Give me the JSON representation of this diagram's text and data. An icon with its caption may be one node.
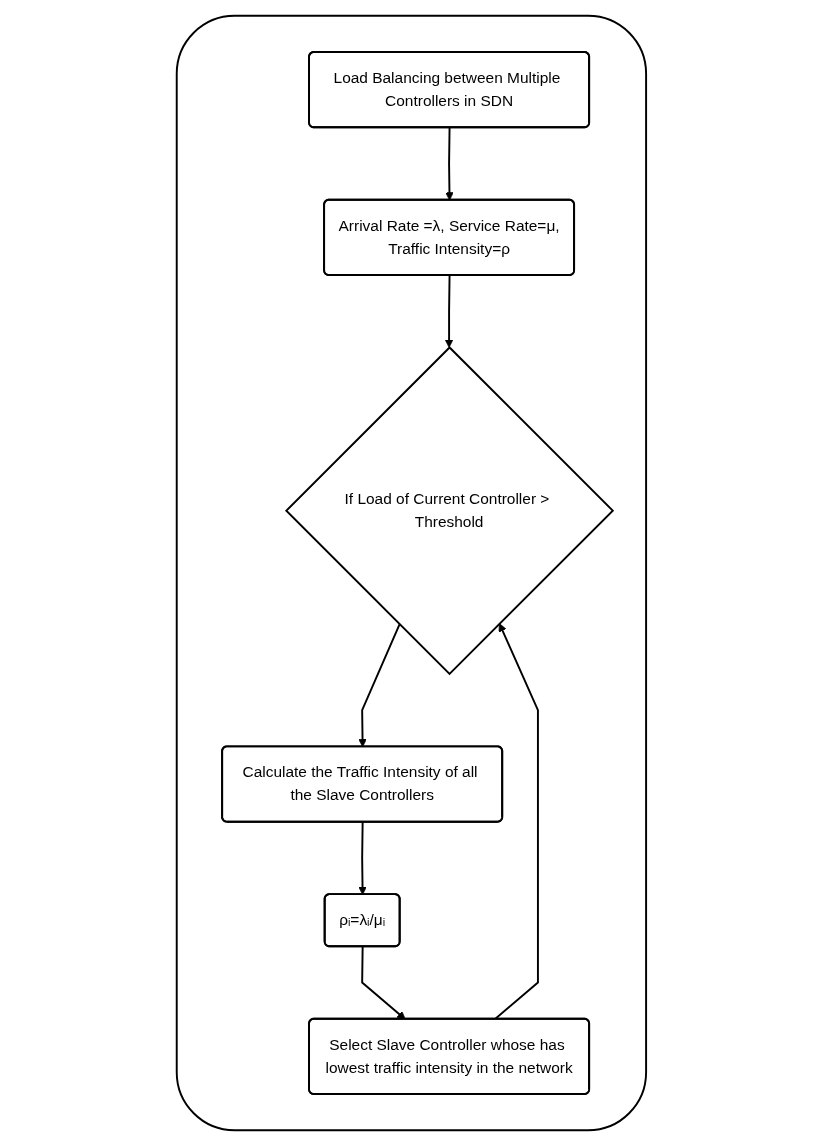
{
  "diagram": {
    "nodes": [
      {
        "text": [],
        "shape": "box"
      },
      {
        "text": [
          "Load Balancing between Multiple Controllers in SDN"
        ],
        "in": 0
      },
      {
        "text": [
          "Arrival Rate =λ, Service Rate=μ,",
          "Traffic Intensity=ρ"
        ],
        "in": 0
      },
      {
        "text": [
          "If Load of Current Controller > Threshold"
        ],
        "in": 0
      },
      {
        "text": [
          "Calculate the Traffic Intensity of all the Slave Controllers"
        ],
        "in": 0
      },
      {
        "text": [
          "ρᵢ=λᵢ/μᵢ"
        ],
        "in": 0
      },
      {
        "text": [
          "Select Slave Controller whose has lowest traffic intensity in the network"
        ],
        "in": 0
      }
    ],
    "edges": [
      {
        "from": 1,
        "to": 2,
        "arrow": "to"
      },
      {
        "from": 2,
        "to": 3,
        "arrow": "to"
      },
      {
        "from": 3,
        "to": 4,
        "arrow": "to"
      },
      {
        "from": 4,
        "to": 5,
        "arrow": "to"
      },
      {
        "from": 5,
        "to": 6,
        "arrow": "to"
      },
      {
        "from": 6,
        "to": 3,
        "arrow": "to"
      }
    ]
  }
}
